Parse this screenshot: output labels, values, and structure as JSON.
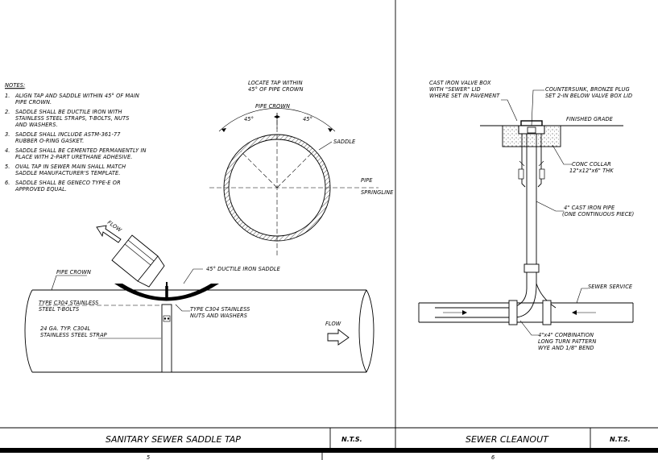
{
  "notes": {
    "heading": "NOTES:",
    "items": [
      {
        "num": "1.",
        "lines": [
          "ALIGN TAP AND SADDLE WITHIN 45° OF MAIN",
          "PIPE CROWN."
        ]
      },
      {
        "num": "2.",
        "lines": [
          "SADDLE SHALL BE DUCTILE IRON WITH",
          "STAINLESS STEEL STRAPS, T-BOLTS, NUTS",
          "AND WASHERS."
        ]
      },
      {
        "num": "3.",
        "lines": [
          "SADDLE SHALL INCLUDE ASTM-361-77",
          "RUBBER O-RING GASKET."
        ]
      },
      {
        "num": "4.",
        "lines": [
          "SADDLE SHALL BE CEMENTED PERMANENTLY IN",
          "PLACE WITH 2-PART URETHANE ADHESIVE."
        ]
      },
      {
        "num": "5.",
        "lines": [
          "OVAL TAP IN SEWER MAIN SHALL MATCH",
          "SADDLE MANUFACTURER'S TEMPLATE."
        ]
      },
      {
        "num": "6.",
        "lines": [
          "SADDLE SHALL BE GENECO TYPE-E OR",
          "APPROVED EQUAL."
        ]
      }
    ]
  },
  "section": {
    "locate_line1": "LOCATE TAP WITHIN",
    "locate_line2": "45° OF PIPE CROWN",
    "pipe_crown": "PIPE CROWN",
    "angle_left": "45°",
    "angle_right": "45°",
    "saddle": "SADDLE",
    "pipe_springline_1": "PIPE",
    "pipe_springline_2": "SPRINGLINE"
  },
  "elevation": {
    "flow_diag": "FLOW",
    "pipe_crown": "PIPE CROWN",
    "ductile_saddle": "45° DUCTILE IRON SADDLE",
    "tbolts_1": "TYPE C304 STAINLESS",
    "tbolts_2": "STEEL T-BOLTS",
    "nuts_1": "TYPE C304 STAINLESS",
    "nuts_2": "NUTS AND WASHERS",
    "strap_1": "24 GA. TYP. C304L",
    "strap_2": "STAINLESS STEEL STRAP",
    "flow_right": "FLOW"
  },
  "cleanout": {
    "valve_box_1": "CAST IRON VALVE BOX",
    "valve_box_2": "WITH \"SEWER\" LID",
    "valve_box_3": "WHERE SET IN PAVEMENT",
    "plug_1": "COUNTERSUNK, BRONZE PLUG",
    "plug_2": "SET 2-IN BELOW VALVE BOX LID",
    "finished_grade": "FINISHED GRADE",
    "collar_1": "CONC COLLAR",
    "collar_2": "12\"x12\"x6\" THK",
    "cast_pipe_1": "4\" CAST IRON PIPE",
    "cast_pipe_2": "(ONE CONTINUOUS PIECE)",
    "sewer_service": "SEWER SERVICE",
    "combo_1": "4\"x4\" COMBINATION",
    "combo_2": "LONG TURN PATTERN",
    "combo_3": "WYE AND 1/8\" BEND"
  },
  "titles": {
    "left": "SANITARY SEWER SADDLE TAP",
    "left_scale": "N.T.S.",
    "right": "SEWER CLEANOUT",
    "right_scale": "N.T.S."
  },
  "footer": {
    "left_num": "5",
    "right_num": "6"
  }
}
